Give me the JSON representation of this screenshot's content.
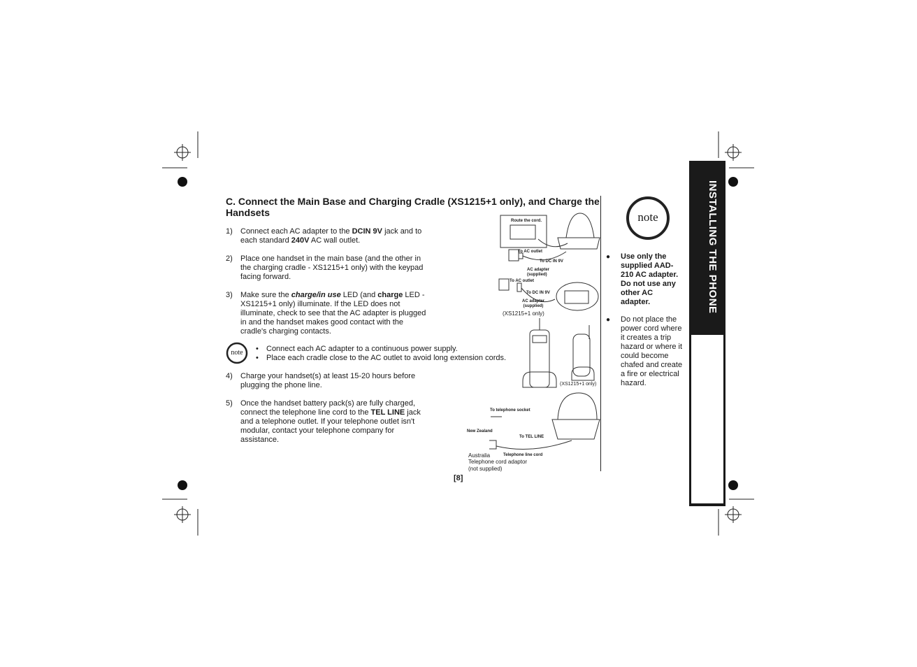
{
  "heading": "C. Connect the Main Base and Charging Cradle (XS1215+1 only), and Charge the Handsets",
  "steps": [
    {
      "num": "1)",
      "parts": [
        "Connect each AC adapter to the ",
        "DCIN 9V",
        " jack and to each standard ",
        "240V",
        " AC wall outlet."
      ]
    },
    {
      "num": "2)",
      "text": "Place one handset in the main base (and the other in the charging cradle - XS1215+1 only) with the keypad facing forward."
    },
    {
      "num": "3)",
      "parts": [
        "Make sure the ",
        "charge/in use",
        " LED (and ",
        "charge",
        " LED - XS1215+1 only)  illuminate. If the LED does not  illuminate, check to see that the AC adapter is plugged in and the handset makes good contact with the cradle's charging contacts."
      ]
    },
    {
      "num": "4)",
      "text": "Charge your handset(s) at least 15-20 hours before plugging the phone line."
    },
    {
      "num": "5)",
      "parts": [
        "Once the handset battery pack(s) are fully charged, connect the telephone line cord to the ",
        "TEL LINE",
        " jack and a telephone outlet. If your telephone outlet isn't modular, contact your telephone company for assistance."
      ]
    }
  ],
  "inline_note": {
    "icon_label": "note",
    "bullets": [
      "Connect each AC adapter to a continuous power supply.",
      "Place each cradle close to the AC outlet to avoid long extension cords."
    ]
  },
  "figure_labels": {
    "route": "Route the cord.",
    "to_ac_1": "To AC outlet",
    "to_dc_1": "To DC IN 9V",
    "adapter_1": "AC adapter (supplied)",
    "to_ac_2": "To AC outlet",
    "to_dc_2": "To DC IN 9V",
    "adapter_2": "AC adapter (supplied)",
    "xs_only_1": "(XS1215+1 only)",
    "xs_only_2": "(XS1215+1 only)",
    "to_socket": "To telephone socket",
    "new_zealand": "New Zealand",
    "to_tel_line": "To TEL LINE",
    "australia": "Australia",
    "line_cord": "Telephone line cord",
    "cord_adaptor": "Telephone cord adaptor",
    "not_supplied": "(not supplied)"
  },
  "page_number": "[8]",
  "side_tab": {
    "title": "INSTALLING THE PHONE"
  },
  "right_note": {
    "icon_label": "note",
    "items": [
      {
        "text": "Use only the supplied AAD-210 AC adapter. Do not use any other AC adapter.",
        "bold": true
      },
      {
        "text": "Do not place the power cord where it creates a trip hazard or where it could become chafed and create a fire or electrical hazard.",
        "bold": false
      }
    ]
  }
}
